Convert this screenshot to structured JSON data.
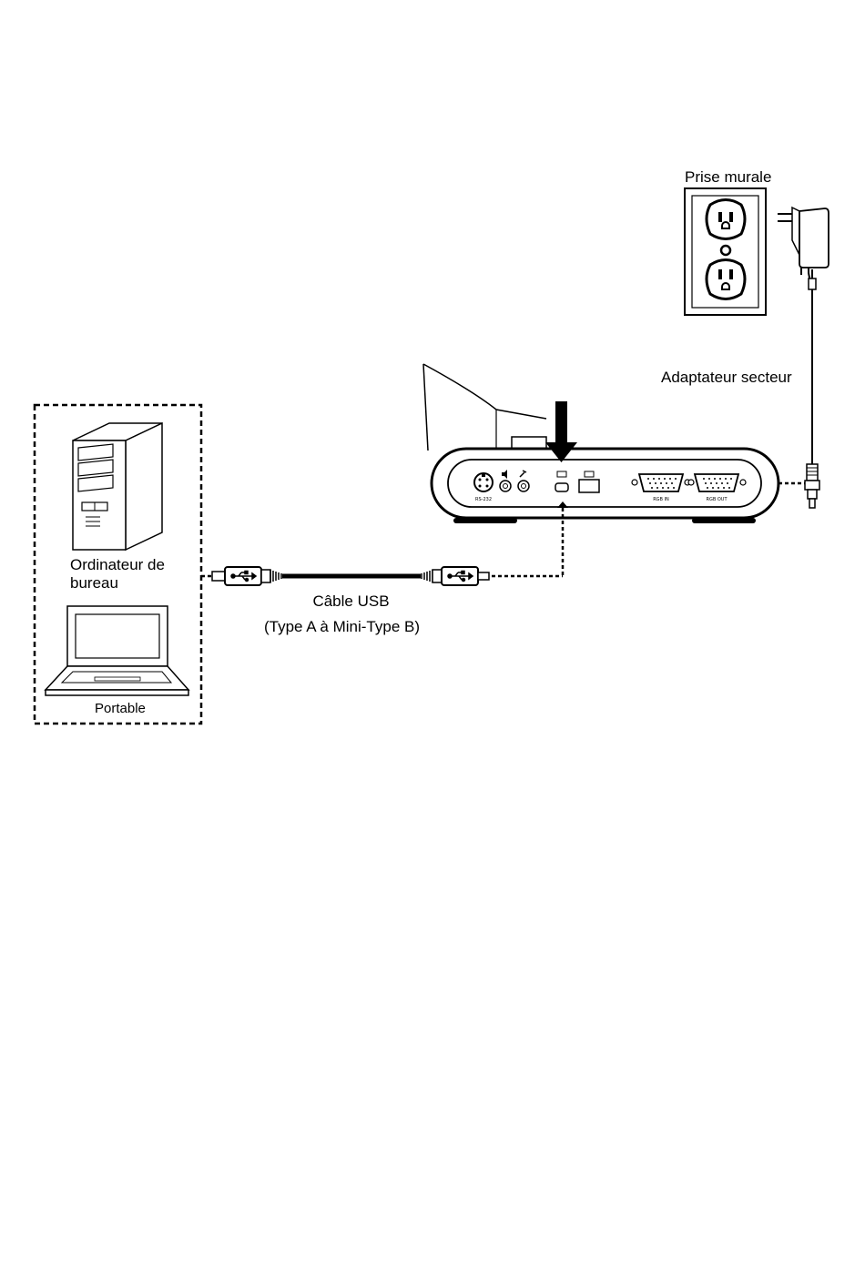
{
  "labels": {
    "wall_outlet": "Prise murale",
    "power_adapter": "Adaptateur secteur",
    "desktop_line1": "Ordinateur de",
    "desktop_line2": "bureau",
    "laptop": "Portable",
    "usb_cable": "Câble USB",
    "usb_cable_type": "(Type A à Mini-Type B)"
  },
  "port_labels": {
    "rs232": "RS-232",
    "rgb_in": "RGB IN",
    "rgb_out": "RGB OUT"
  },
  "icons": [
    "wall-outlet-icon",
    "power-adapter-icon",
    "desktop-tower-icon",
    "laptop-icon",
    "document-camera-icon",
    "usb-symbol-icon",
    "down-arrow-icon",
    "up-arrow-icon"
  ]
}
